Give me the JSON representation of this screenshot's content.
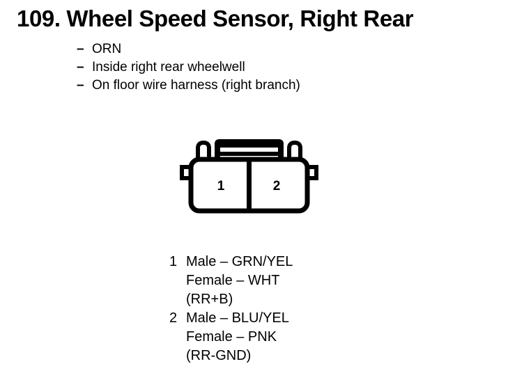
{
  "page": {
    "title": "109. Wheel Speed Sensor, Right Rear",
    "number": "109.",
    "name": "Wheel Speed Sensor, Right Rear"
  },
  "details": {
    "dash": "–",
    "items": [
      "ORN",
      "Inside right rear wheelwell",
      "On floor wire harness (right branch)"
    ]
  },
  "connector": {
    "cavity_count": 2,
    "pin_labels": [
      "1",
      "2"
    ],
    "outline_color": "#000000",
    "fill_color": "#ffffff"
  },
  "pin_legend": [
    {
      "index": "1",
      "lines": [
        "Male – GRN/YEL",
        "Female – WHT",
        "(RR+B)"
      ]
    },
    {
      "index": "2",
      "lines": [
        "Male – BLU/YEL",
        "Female – PNK",
        "(RR-GND)"
      ]
    }
  ]
}
